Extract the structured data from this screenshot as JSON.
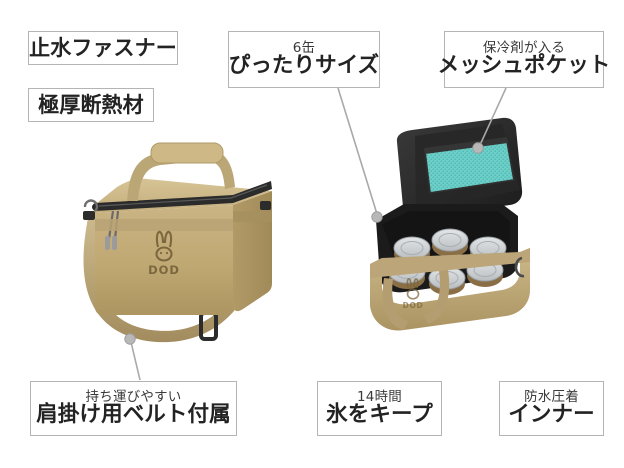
{
  "page": {
    "kind": "product-feature-infographic",
    "brand_logo_text": "DOD",
    "background_color": "#ffffff"
  },
  "colors": {
    "box_border": "#b4b4b4",
    "text_primary": "#232323",
    "text_secondary": "#3a3a3a",
    "leader_line": "#a9a9a9",
    "leader_dot": "#b0b0b0",
    "bag_khaki": "#c2ab78",
    "bag_khaki_dark": "#a08e60",
    "bag_khaki_light": "#d4c193",
    "bag_black": "#2a2a2a",
    "interior_black": "#1d1d1d",
    "mesh_teal": "#66ccc6",
    "can_silver": "#cfd2d4",
    "can_body": "#8a6f46"
  },
  "callouts": [
    {
      "id": "waterproof-zipper",
      "sub": "",
      "main": "止水ファスナー",
      "has_leader": false
    },
    {
      "id": "thick-insulation",
      "sub": "",
      "main": "極厚断熱材",
      "has_leader": false
    },
    {
      "id": "six-can-fit",
      "sub": "6缶",
      "main": "ぴったりサイズ",
      "has_leader": true
    },
    {
      "id": "mesh-pocket",
      "sub": "保冷剤が入る",
      "main": "メッシュポケット",
      "has_leader": true
    },
    {
      "id": "shoulder-belt",
      "sub": "持ち運びやすい",
      "main": "肩掛け用ベルト付属",
      "has_leader": true
    },
    {
      "id": "ice-keep",
      "sub": "14時間",
      "main": "氷をキープ",
      "has_leader": false
    },
    {
      "id": "waterproof-inner",
      "sub": "防水圧着",
      "main": "インナー",
      "has_leader": false
    }
  ],
  "products": {
    "closed_bag": {
      "name": "closed-cooler-bag",
      "features": [
        "top-handles",
        "black-zipper",
        "shoulder-strap",
        "dod-rabbit-logo",
        "strap-adjuster-buckle"
      ]
    },
    "open_bag": {
      "name": "open-cooler-bag",
      "features": [
        "open-lid",
        "mesh-pocket",
        "black-interior",
        "dod-rabbit-logo"
      ],
      "can_count": 6
    }
  }
}
